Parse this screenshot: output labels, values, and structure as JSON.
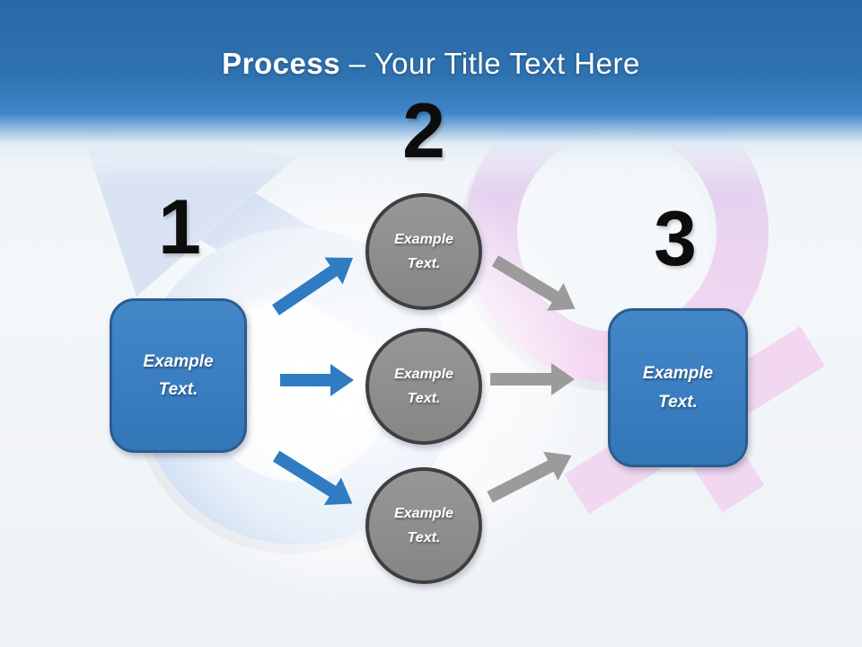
{
  "slide": {
    "title": {
      "bold": "Process",
      "rest": "– Your Title Text Here"
    }
  },
  "diagram": {
    "steps": [
      {
        "number": "1"
      },
      {
        "number": "2"
      },
      {
        "number": "3"
      }
    ],
    "source_box": {
      "label": "Example Text."
    },
    "circles": [
      {
        "label": "Example Text."
      },
      {
        "label": "Example Text."
      },
      {
        "label": "Example Text."
      }
    ],
    "target_box": {
      "label": "Example Text."
    }
  },
  "background": {
    "symbols": [
      "male-gender-symbol",
      "female-gender-symbol"
    ]
  },
  "colors": {
    "header_top": "#2a68a6",
    "header_bottom": "#3f86c8",
    "accent_blue": "#3a7ec1",
    "box_border": "#2a5d90",
    "circle_fill": "#8e8e8e",
    "circle_border": "#3f3f3f",
    "arrow_blue": "#2f7cc2",
    "arrow_gray": "#9b9b9b",
    "male_symbol_blue": "#c7d6ee",
    "female_symbol_pink": "#f3d4f1",
    "number_color": "#0d0d0d",
    "title_color": "#ffffff"
  }
}
